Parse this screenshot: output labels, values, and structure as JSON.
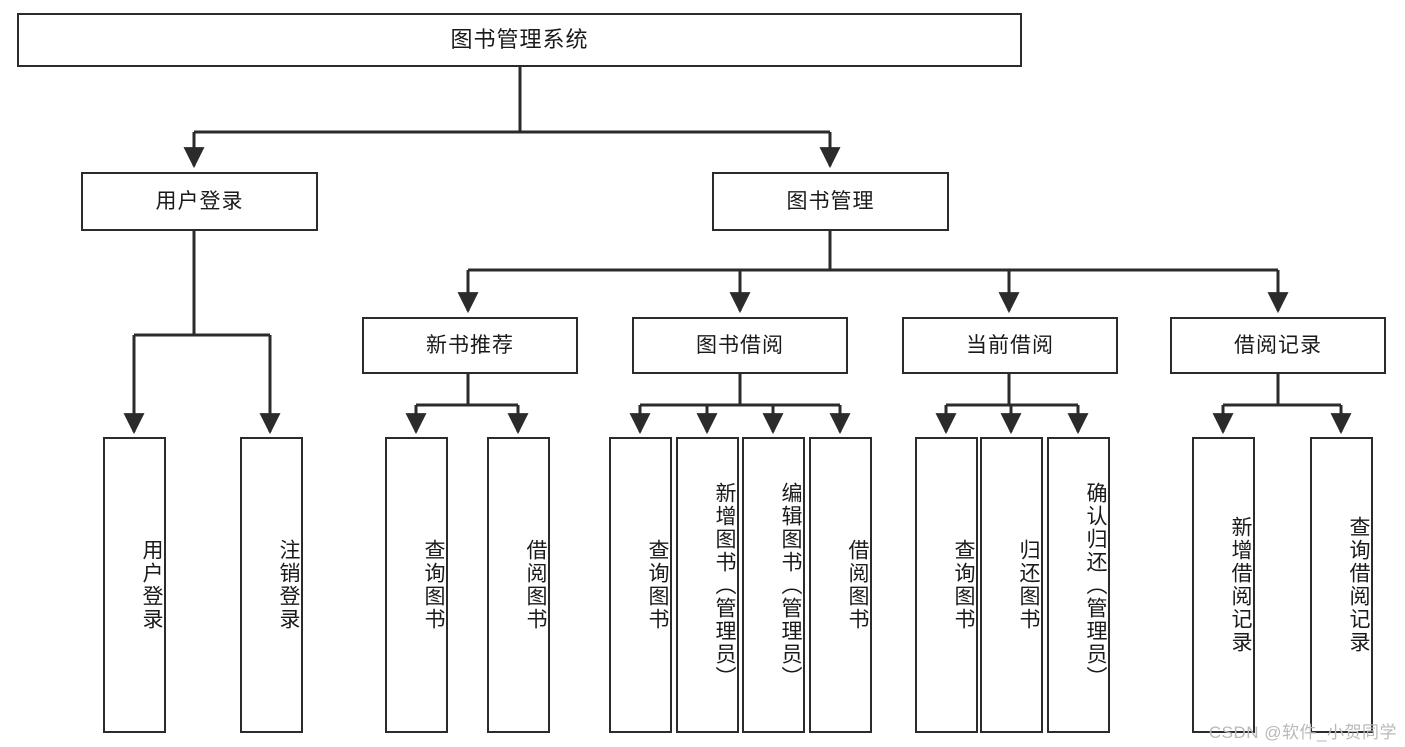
{
  "diagram": {
    "title": "图书管理系统",
    "type": "tree-structure-chart",
    "edge_color": "#2b2b2b",
    "node_border_color": "#2b2b2b",
    "node_fill_color": "#ffffff",
    "text_color": "#1a1a1a",
    "background_color": "#ffffff"
  },
  "nodes": {
    "root": {
      "label": "图书管理系统",
      "level": 1
    },
    "level2": [
      {
        "id": "user-login",
        "label": "用户登录"
      },
      {
        "id": "book-manage",
        "label": "图书管理"
      }
    ],
    "level3": [
      {
        "id": "new-book-recommend",
        "label": "新书推荐",
        "parent": "book-manage"
      },
      {
        "id": "book-borrow",
        "label": "图书借阅",
        "parent": "book-manage"
      },
      {
        "id": "current-borrow",
        "label": "当前借阅",
        "parent": "book-manage"
      },
      {
        "id": "borrow-record",
        "label": "借阅记录",
        "parent": "book-manage"
      }
    ],
    "leaves": [
      {
        "id": "leaf-user-login",
        "label": "用户登录",
        "parent": "user-login"
      },
      {
        "id": "leaf-logout-login",
        "label": "注销登录",
        "parent": "user-login"
      },
      {
        "id": "leaf-query-book-1",
        "label": "查询图书",
        "parent": "new-book-recommend"
      },
      {
        "id": "leaf-borrow-book-1",
        "label": "借阅图书",
        "parent": "new-book-recommend"
      },
      {
        "id": "leaf-query-book-2",
        "label": "查询图书",
        "parent": "book-borrow"
      },
      {
        "id": "leaf-add-book",
        "label": "新增图书（管理员）",
        "parent": "book-borrow"
      },
      {
        "id": "leaf-edit-book",
        "label": "编辑图书（管理员）",
        "parent": "book-borrow"
      },
      {
        "id": "leaf-borrow-book-2",
        "label": "借阅图书",
        "parent": "book-borrow"
      },
      {
        "id": "leaf-query-book-3",
        "label": "查询图书",
        "parent": "current-borrow"
      },
      {
        "id": "leaf-return-book",
        "label": "归还图书",
        "parent": "current-borrow"
      },
      {
        "id": "leaf-confirm-return",
        "label": "确认归还（管理员）",
        "parent": "current-borrow"
      },
      {
        "id": "leaf-add-record",
        "label": "新增借阅记录",
        "parent": "borrow-record"
      },
      {
        "id": "leaf-query-record",
        "label": "查询借阅记录",
        "parent": "borrow-record"
      }
    ]
  },
  "watermark": {
    "text": "CSDN @软件_小贺同学"
  }
}
